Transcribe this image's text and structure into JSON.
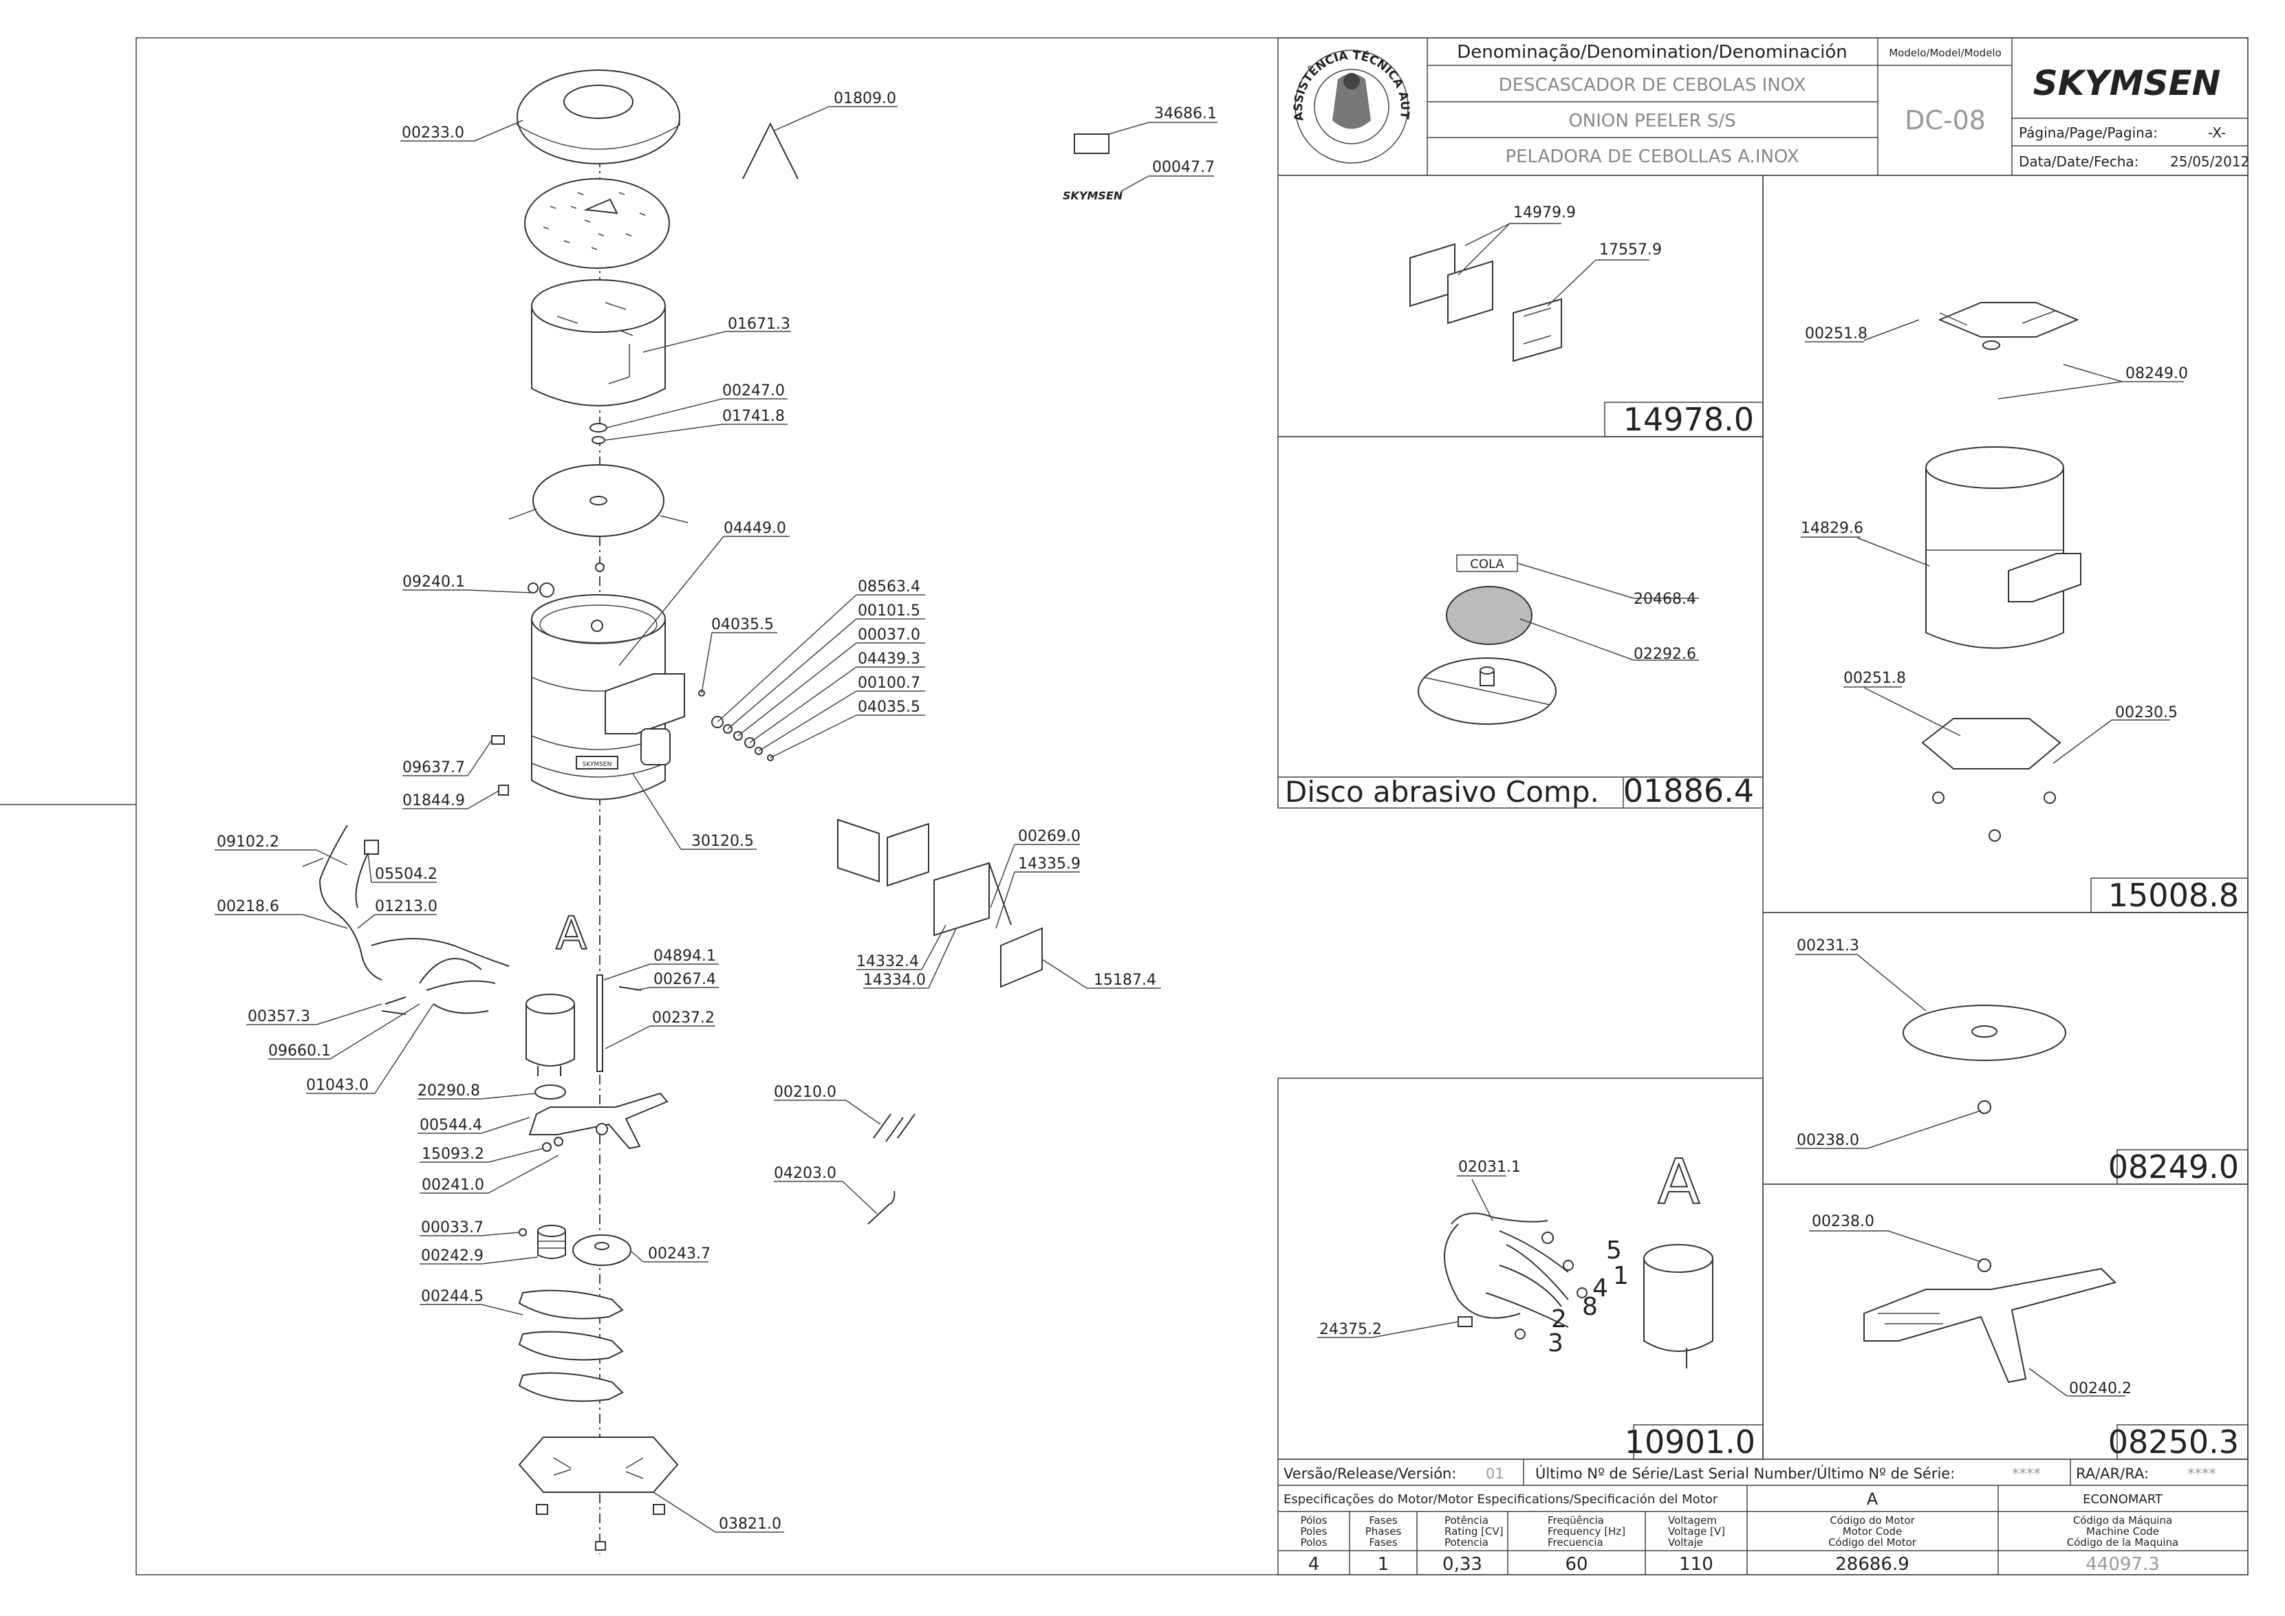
{
  "title_block": {
    "denomination_header": "Denominação/Denomination/Denominación",
    "name_pt": "DESCASCADOR DE CEBOLAS INOX",
    "name_en": "ONION PEELER S/S",
    "name_es": "PELADORA DE CEBOLLAS A.INOX",
    "model_header": "Modelo/Model/Modelo",
    "model_value": "DC-08",
    "brand": "SKYMSEN",
    "page_label": "Página/Page/Pagina:",
    "page_value": "-X-",
    "date_label": "Data/Date/Fecha:",
    "date_value": "25/05/2012",
    "seal_text": "ASSISTÊNCIA TÉCNICA AUTORIZADA"
  },
  "main_parts": {
    "p00233_0": "00233.0",
    "p01809_0": "01809.0",
    "p34686_1": "34686.1",
    "p00047_7": "00047.7",
    "p01671_3": "01671.3",
    "p00247_0": "00247.0",
    "p01741_8": "01741.8",
    "p04449_0": "04449.0",
    "p09240_1": "09240.1",
    "p04035_5a": "04035.5",
    "p08563_4": "08563.4",
    "p00101_5": "00101.5",
    "p00037_0": "00037.0",
    "p04439_3": "04439.3",
    "p00100_7": "00100.7",
    "p04035_5b": "04035.5",
    "p09637_7": "09637.7",
    "p01844_9": "01844.9",
    "p30120_5": "30120.5",
    "p09102_2": "09102.2",
    "p05504_2": "05504.2",
    "p00218_6": "00218.6",
    "p01213_0": "01213.0",
    "p00357_3": "00357.3",
    "p09660_1": "09660.1",
    "p01043_0": "01043.0",
    "p04894_1": "04894.1",
    "p00267_4": "00267.4",
    "p00237_2": "00237.2",
    "p20290_8": "20290.8",
    "p00544_4": "00544.4",
    "p15093_2": "15093.2",
    "p00241_0": "00241.0",
    "p00033_7": "00033.7",
    "p00242_9": "00242.9",
    "p00243_7": "00243.7",
    "p00244_5": "00244.5",
    "p03821_0": "03821.0",
    "p00269_0": "00269.0",
    "p14335_9": "14335.9",
    "p14332_4": "14332.4",
    "p14334_0": "14334.0",
    "p15187_4": "15187.4",
    "p00210_0": "00210.0",
    "p04203_0": "04203.0",
    "detail_letter": "A",
    "plate_text": "SKYMSEN"
  },
  "panel_14978": {
    "id": "14978.0",
    "p14979_9": "14979.9",
    "p17557_9": "17557.9"
  },
  "panel_01886": {
    "caption": "Disco abrasivo Comp.",
    "id": "01886.4",
    "cola": "COLA",
    "p20468_4": "20468.4",
    "p02292_6": "02292.6"
  },
  "panel_10901": {
    "id": "10901.0",
    "letter": "A",
    "p02031_1": "02031.1",
    "p24375_2": "24375.2",
    "wire_numbers": [
      "5",
      "1",
      "4",
      "2",
      "8",
      "3"
    ]
  },
  "panel_15008": {
    "id": "15008.8",
    "p00251_8a": "00251.8",
    "p08249_0": "08249.0",
    "p14829_6": "14829.6",
    "p00251_8b": "00251.8",
    "p00230_5": "00230.5"
  },
  "panel_08249": {
    "id": "08249.0",
    "p00231_3": "00231.3",
    "p00238_0": "00238.0"
  },
  "panel_08250": {
    "id": "08250.3",
    "p00238_0": "00238.0",
    "p00240_2": "00240.2"
  },
  "footer": {
    "version_label": "Versão/Release/Versión:",
    "version_value": "01",
    "serial_label": "Último Nº de Série/Last Serial Number/Último Nº de Série:",
    "serial_value": "****",
    "ra_label": "RA/AR/RA:",
    "ra_value": "****",
    "motor_spec_label": "Especificações do Motor/Motor Especifications/Specificación del Motor",
    "col_a": "A",
    "col_economart": "ECONOMART",
    "headers": [
      [
        "Pólos",
        "Poles",
        "Polos"
      ],
      [
        "Fases",
        "Phases",
        "Fases"
      ],
      [
        "Potência",
        "Rating [CV]",
        "Potencia"
      ],
      [
        "Freqüência",
        "Frequency [Hz]",
        "Frecuencia"
      ],
      [
        "Voltagem",
        "Voltage [V]",
        "Voltaje"
      ],
      [
        "Código do Motor",
        "Motor Code",
        "Código del Motor"
      ],
      [
        "Código da Máquina",
        "Machine Code",
        "Código de la Maquina"
      ]
    ],
    "values": [
      "4",
      "1",
      "0,33",
      "60",
      "110",
      "28686.9",
      "44097.3"
    ]
  }
}
